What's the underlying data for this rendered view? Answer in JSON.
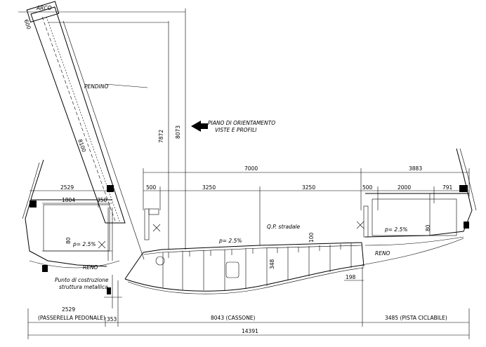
{
  "labels": {
    "arco": "ARCO",
    "pendino": "PENDINO",
    "piano_line1": "PIANO DI ORIENTAMENTO",
    "piano_line2": "VISTE E PROFILI",
    "op_stradale": "Q.P. stradale",
    "reno_left": "RENO",
    "reno_right": "RENO",
    "punto_line1": "Punto di costruzione",
    "punto_line2": "struttura metallica",
    "slope_left": "p= 2.5%",
    "slope_center": "p= 2.5%",
    "slope_right": "p= 2.5%"
  },
  "dimensions": {
    "d600": "600",
    "d8100": "8100",
    "d7872": "7872",
    "d8073": "8073",
    "d7000": "7000",
    "d3883": "3883",
    "d500a": "500",
    "d3250a": "3250",
    "d3250b": "3250",
    "d500b": "500",
    "d2000": "2000",
    "d791": "791",
    "d2529": "2529",
    "d1804": "1804",
    "d350": "350",
    "d80a": "80",
    "d80b": "80",
    "d100": "100",
    "d348": "348",
    "d198": "198",
    "d2529b": "2529",
    "passerella": "(PASSERELLA PEDONALE)",
    "d353": "353",
    "d8043": "8043 (CASSONE)",
    "d3485": "3485 (PISTA CICLABILE)",
    "d14391": "14391"
  },
  "colors": {
    "line": "#000000",
    "background": "#ffffff"
  }
}
